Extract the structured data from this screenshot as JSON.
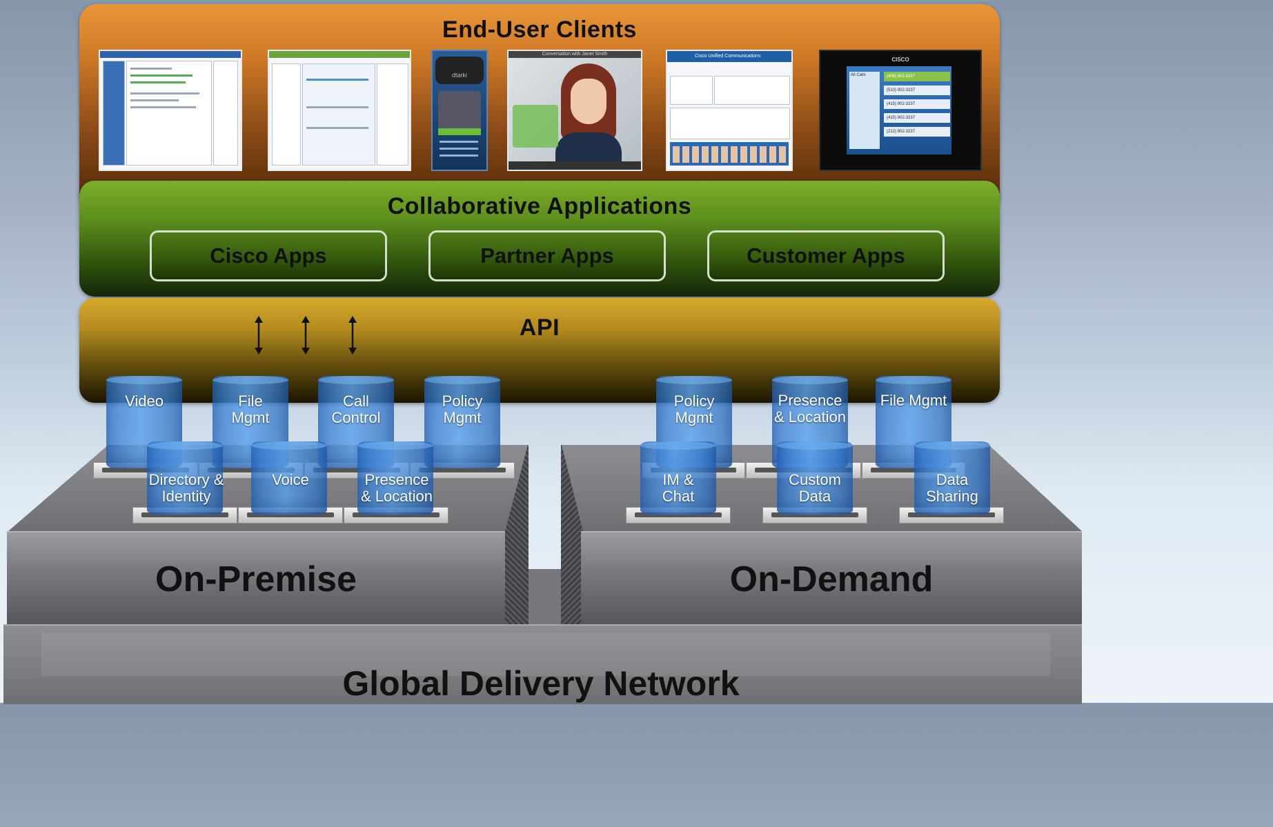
{
  "layers": {
    "clients": "End-User Clients",
    "applications": "Collaborative Applications",
    "api": "API"
  },
  "apps": {
    "cisco": "Cisco Apps",
    "partner": "Partner Apps",
    "customer": "Customer Apps"
  },
  "screenshot_texts": {
    "mobile_logo": "dtarki",
    "video_title": "Conversation with Janet Smith",
    "desktop_header": "Cisco Unified Communications",
    "device_brand": "CISCO",
    "device_list_title": "All Calls",
    "device_numbers": [
      "(408) 902-3237",
      "(510) 902-3237",
      "(415) 902-3237",
      "(415) 902-3237",
      "(212) 902-3237"
    ]
  },
  "on_premise": {
    "label": "On-Premise",
    "services": [
      {
        "line1": "Video",
        "line2": ""
      },
      {
        "line1": "File",
        "line2": "Mgmt"
      },
      {
        "line1": "Call",
        "line2": "Control"
      },
      {
        "line1": "Policy",
        "line2": "Mgmt"
      },
      {
        "line1": "Directory &",
        "line2": "Identity"
      },
      {
        "line1": "Voice",
        "line2": ""
      },
      {
        "line1": "Presence",
        "line2": "& Location"
      }
    ]
  },
  "on_demand": {
    "label": "On-Demand",
    "services": [
      {
        "line1": "Policy",
        "line2": "Mgmt"
      },
      {
        "line1": "Presence",
        "line2": "& Location"
      },
      {
        "line1": "File Mgmt",
        "line2": ""
      },
      {
        "line1": "IM &",
        "line2": "Chat"
      },
      {
        "line1": "Custom",
        "line2": "Data"
      },
      {
        "line1": "Data",
        "line2": "Sharing"
      }
    ]
  },
  "network": "Global Delivery Network",
  "colors": {
    "clients_layer": "#cf7a26",
    "apps_layer": "#5b8d1c",
    "api_layer": "#b38a1f",
    "service_cylinder": "#3a84d6",
    "platform": "#7a7b80"
  }
}
